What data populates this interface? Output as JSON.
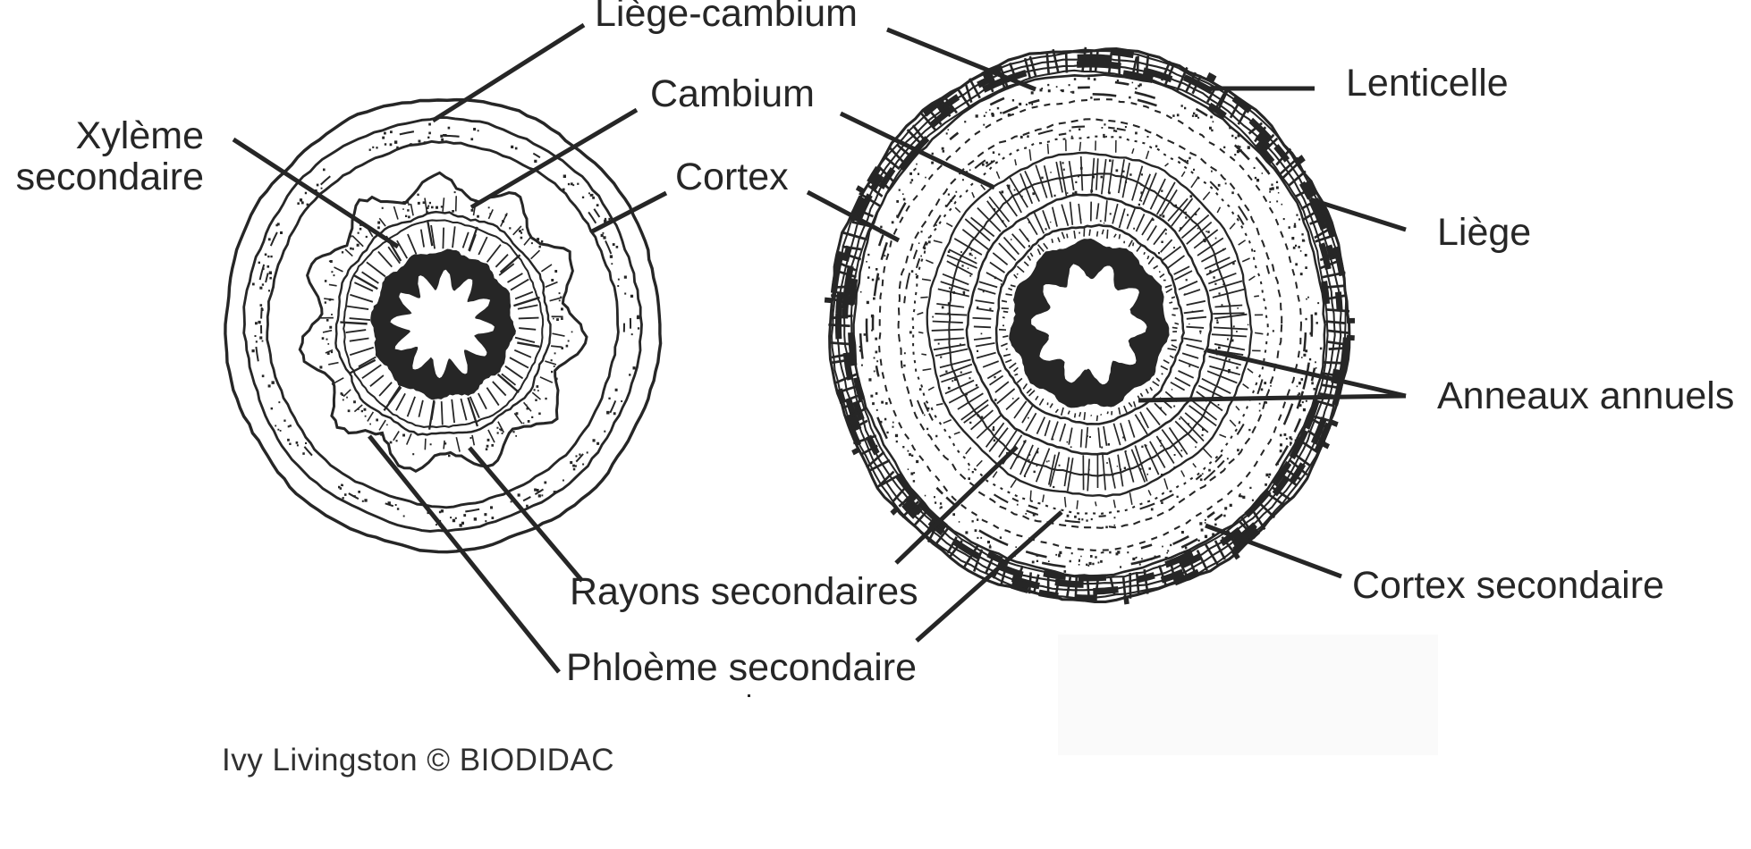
{
  "figure": {
    "kind": "stem cross-section diagram",
    "left_drawing": "young woody stem cross-section",
    "right_drawing": "older woody stem cross-section"
  },
  "labels": {
    "liege_cambium": "Liège-cambium",
    "cambium": "Cambium",
    "cortex": "Cortex",
    "xyleme_line1": "Xylème",
    "xyleme_line2": "secondaire",
    "lenticelle": "Lenticelle",
    "liege": "Liège",
    "anneaux_annuels": "Anneaux annuels",
    "cortex_secondaire": "Cortex secondaire",
    "rayons_secondaires": "Rayons secondaires",
    "phloeme_secondaire": "Phloème secondaire"
  },
  "credit": "Ivy Livingston © BIODIDAC",
  "colors": {
    "ink": "#262626",
    "background": "#ffffff",
    "scan_artifact": "#fafafa"
  }
}
